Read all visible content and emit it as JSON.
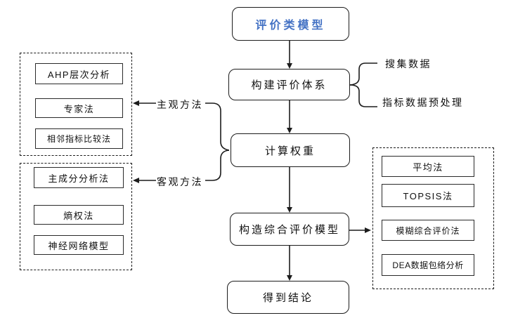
{
  "title": {
    "label": "评价类模型"
  },
  "flow": {
    "build_system": "构建评价体系",
    "calc_weights": "计算权重",
    "build_model": "构造综合评价模型",
    "conclusion": "得到结论"
  },
  "weight_methods": {
    "subjective": {
      "label": "主观方法",
      "items": [
        "AHP层次分析",
        "专家法",
        "相邻指标比较法"
      ]
    },
    "objective": {
      "label": "客观方法",
      "items": [
        "主成分分析法",
        "熵权法",
        "神经网络模型"
      ]
    }
  },
  "system_steps": {
    "items": [
      "搜集数据",
      "指标数据预处理"
    ]
  },
  "evaluation_methods": {
    "items": [
      "平均法",
      "TOPSIS法",
      "模糊综合评价法",
      "DEA数据包络分析"
    ]
  },
  "colors": {
    "title_text": "#4472c4",
    "line": "#1c1c1c"
  }
}
